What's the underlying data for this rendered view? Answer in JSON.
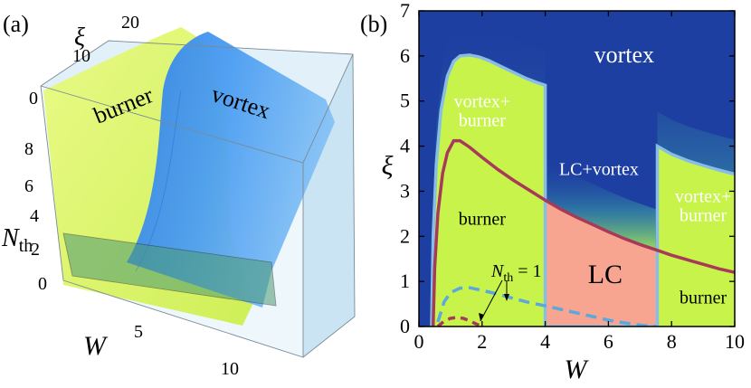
{
  "panel_a": {
    "label": "(a)",
    "axis_xi": {
      "label": "ξ",
      "ticks": [
        "0",
        "10",
        "20"
      ]
    },
    "axis_nth": {
      "label": "N",
      "label_sub": "th",
      "ticks": [
        "0",
        "2",
        "4",
        "6",
        "8"
      ]
    },
    "axis_w": {
      "label": "W",
      "ticks": [
        "5",
        "10"
      ]
    },
    "regions": [
      "burner",
      "vortex"
    ],
    "colors": {
      "burner": "#d8f536",
      "vortex": "#3f95f0",
      "box_face": "#a9d2ea"
    }
  },
  "panel_b": {
    "label": "(b)",
    "annotation": {
      "text": "N",
      "sub": "th",
      "rest": " = 1"
    },
    "colors": {
      "vortex": "#1e3fa2",
      "burner": "#c8f34a",
      "lc": "#f7a590",
      "boundary_light": "#88bde5",
      "boundary_dark": "#a73a58",
      "dashed": "#5aa8dc"
    }
  },
  "chart_data": [
    {
      "type": "area",
      "panel": "b",
      "xlabel": "W",
      "ylabel": "ξ",
      "xlim": [
        0,
        10
      ],
      "ylim": [
        0,
        7
      ],
      "xticks": [
        "0",
        "2",
        "4",
        "6",
        "8",
        "10"
      ],
      "yticks": [
        "0",
        "1",
        "2",
        "3",
        "4",
        "5",
        "6",
        "7"
      ],
      "regions": [
        {
          "label": "vortex",
          "x": 6.5,
          "y": 6.0
        },
        {
          "label": "vortex+",
          "label2": "burner",
          "x": 2.0,
          "y": 5.0
        },
        {
          "label": "LC+vortex",
          "x": 5.7,
          "y": 3.5
        },
        {
          "label": "vortex+",
          "label2": "burner",
          "x": 9.0,
          "y": 2.9
        },
        {
          "label": "burner",
          "x": 2.0,
          "y": 2.4
        },
        {
          "label": "LC",
          "x": 5.9,
          "y": 1.1
        },
        {
          "label": "burner",
          "x": 9.0,
          "y": 0.65
        }
      ],
      "series": [
        {
          "style": "light-solid",
          "x": [
            0.4,
            0.45,
            0.55,
            0.7,
            0.9,
            1.1,
            1.3,
            1.6,
            1.9,
            2.2,
            2.5,
            2.8,
            3.1,
            3.4,
            3.7,
            4.0,
            4.0,
            7.55,
            7.55,
            8.0,
            8.5,
            9.0,
            9.5,
            10.0
          ],
          "y": [
            0.0,
            2.0,
            3.6,
            4.8,
            5.55,
            5.88,
            6.0,
            6.02,
            5.98,
            5.9,
            5.8,
            5.7,
            5.6,
            5.5,
            5.42,
            5.35,
            0.0,
            0.0,
            4.0,
            3.82,
            3.68,
            3.57,
            3.47,
            3.38
          ]
        },
        {
          "style": "dark-solid",
          "x": [
            0.45,
            0.5,
            0.6,
            0.75,
            0.9,
            1.1,
            1.3,
            1.6,
            2.0,
            2.5,
            3.0,
            3.5,
            4.0,
            4.5,
            5.0,
            5.5,
            6.0,
            6.5,
            7.0,
            7.5,
            8.0,
            8.5,
            9.0,
            9.5,
            10.0
          ],
          "y": [
            0.0,
            1.3,
            2.5,
            3.4,
            3.85,
            4.12,
            4.12,
            3.98,
            3.75,
            3.48,
            3.24,
            3.02,
            2.8,
            2.6,
            2.42,
            2.26,
            2.1,
            1.95,
            1.82,
            1.7,
            1.58,
            1.48,
            1.38,
            1.28,
            1.2
          ]
        },
        {
          "style": "light-dashed",
          "x": [
            0.6,
            0.8,
            1.0,
            1.3,
            1.6,
            2.0,
            2.5,
            3.0,
            3.5,
            4.0,
            4.5,
            5.0,
            5.5,
            6.0,
            6.5,
            7.0,
            7.5
          ],
          "y": [
            0.1,
            0.55,
            0.75,
            0.85,
            0.86,
            0.8,
            0.72,
            0.62,
            0.53,
            0.46,
            0.38,
            0.3,
            0.22,
            0.14,
            0.08,
            0.03,
            0.0
          ]
        },
        {
          "style": "dark-dashed",
          "x": [
            0.6,
            0.8,
            1.0,
            1.2,
            1.4,
            1.6,
            1.8,
            2.0
          ],
          "y": [
            0.0,
            0.12,
            0.18,
            0.2,
            0.18,
            0.13,
            0.06,
            0.0
          ]
        }
      ]
    }
  ]
}
